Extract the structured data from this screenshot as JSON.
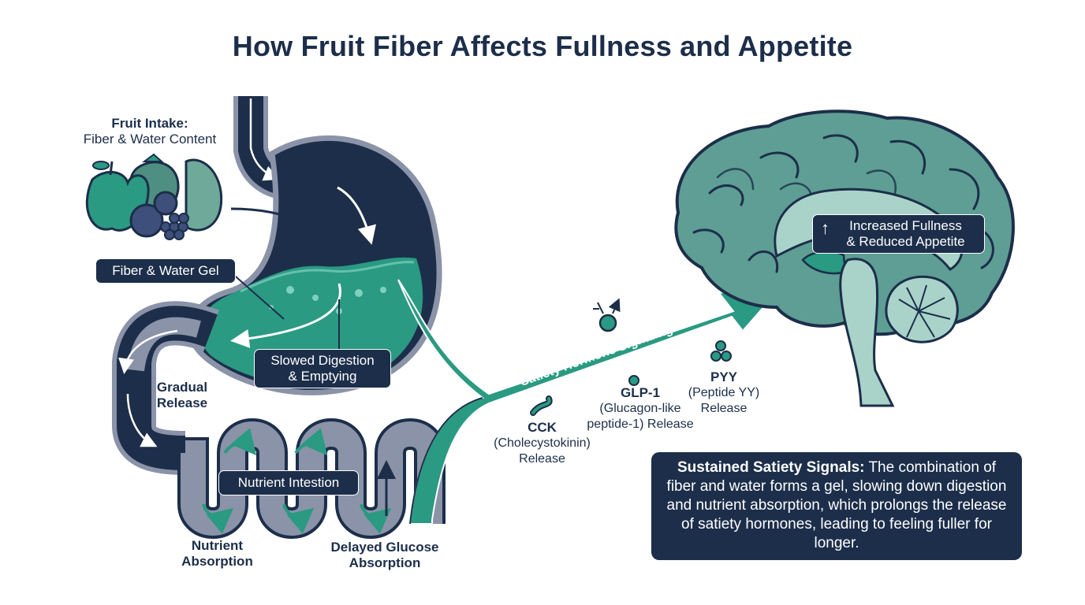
{
  "title": "How Fruit Fiber Affects Fullness and Appetite",
  "labels": {
    "fruit_intake_title": "Fruit Intake:",
    "fruit_intake_sub": "Fiber & Water Content",
    "fiber_gel": "Fiber & Water Gel",
    "slowed_line1": "Slowed Digestion",
    "slowed_line2": "& Emptying",
    "gradual_line1": "Gradual",
    "gradual_line2": "Release",
    "nutrient_intestion": "Nutrient Intestion",
    "nutrient_abs_line1": "Nutrient",
    "nutrient_abs_line2": "Absorption",
    "delayed_line1": "Delayed Glucose",
    "delayed_line2": "Absorption",
    "arrow_label": "Satiety Hormone Signaling",
    "cck_name": "CCK",
    "cck_line1": "(Cholecystokinin)",
    "cck_line2": "Release",
    "glp_name": "GLP-1",
    "glp_line1": "(Glucagon-like",
    "glp_line2": "peptide-1) Release",
    "pyy_name": "PYY",
    "pyy_line1": "(Peptide YY)",
    "pyy_line2": "Release",
    "fullness_line1": "Increased Fullness",
    "fullness_line2": "& Reduced Appetite",
    "fullness_arrow": "↑"
  },
  "summary": {
    "heading": "Sustained Satiety Signals:",
    "text": "The combination of fiber and water forms a gel, slowing down digestion and nutrient absorption, which prolongs the release of satiety hormones, leading to feeling fuller for longer."
  },
  "colors": {
    "navy": "#1c2e4a",
    "teal": "#2a9a82",
    "brain_teal": "#5e9e94",
    "light_teal": "#a9d3c9",
    "gray": "#8a93a8"
  }
}
